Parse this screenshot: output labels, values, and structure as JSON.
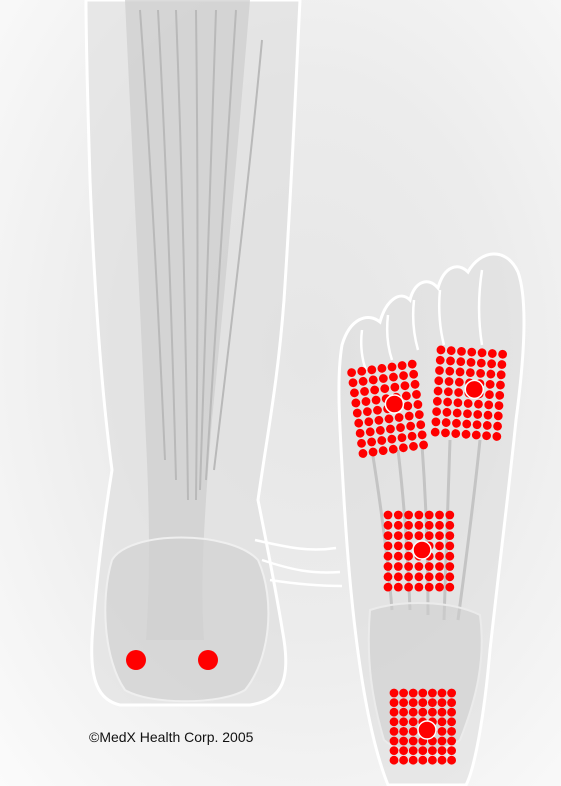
{
  "figure": {
    "copyright": "©MedX Health Corp. 2005"
  },
  "colors": {
    "point": "#ff0000",
    "outline": "#ffffff",
    "tissue": "#d4d4d4",
    "tendon": "#c6c6c6"
  },
  "treatment_points": [
    {
      "name": "heel-point-left",
      "type": "single"
    },
    {
      "name": "heel-point-right",
      "type": "single"
    },
    {
      "name": "forefoot-cluster-medial",
      "type": "cluster"
    },
    {
      "name": "forefoot-cluster-lateral",
      "type": "cluster"
    },
    {
      "name": "midfoot-cluster",
      "type": "cluster"
    },
    {
      "name": "heel-sole-cluster",
      "type": "cluster"
    }
  ]
}
